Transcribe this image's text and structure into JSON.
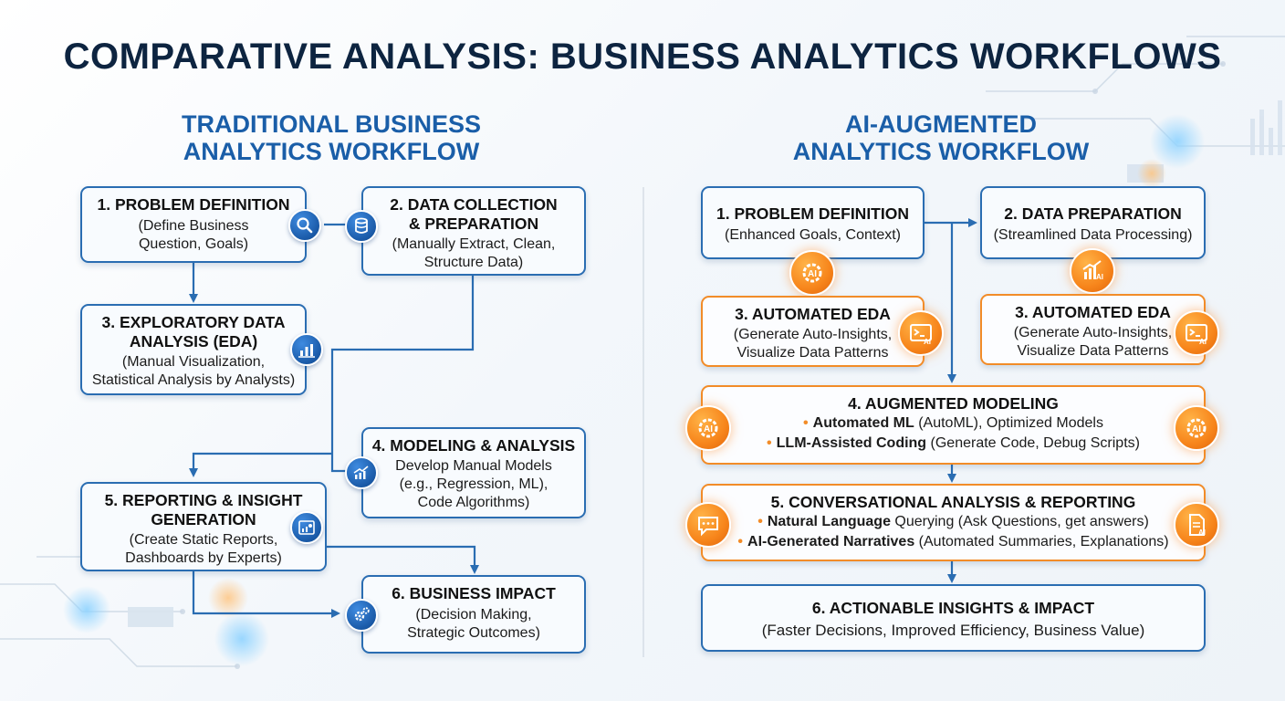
{
  "main_title": "COMPARATIVE ANALYSIS: BUSINESS ANALYTICS WORKFLOWS",
  "traditional": {
    "title_line1": "TRADITIONAL BUSINESS",
    "title_line2": "ANALYTICS WORKFLOW",
    "steps": [
      {
        "title_lines": [
          "1. PROBLEM DEFINITION"
        ],
        "desc_lines": [
          "(Define Business",
          "Question, Goals)"
        ],
        "icon": "magnifier-icon"
      },
      {
        "title_lines": [
          "2. DATA COLLECTION",
          "& PREPARATION"
        ],
        "desc_lines": [
          "(Manually Extract, Clean,",
          "Structure Data)"
        ],
        "icon": "database-icon"
      },
      {
        "title_lines": [
          "3. EXPLORATORY DATA",
          "ANALYSIS (EDA)"
        ],
        "desc_lines": [
          "(Manual Visualization,",
          "Statistical Analysis by Analysts)"
        ],
        "icon": "bar-chart-icon"
      },
      {
        "title_lines": [
          "4. MODELING & ANALYSIS"
        ],
        "desc_lines": [
          "Develop Manual Models",
          "(e.g., Regression, ML),",
          "Code Algorithms)"
        ],
        "icon": "growth-chart-icon"
      },
      {
        "title_lines": [
          "5. REPORTING & INSIGHT",
          "GENERATION"
        ],
        "desc_lines": [
          "(Create Static Reports,",
          "Dashboards by Experts)"
        ],
        "icon": "report-icon"
      },
      {
        "title_lines": [
          "6. BUSINESS IMPACT"
        ],
        "desc_lines": [
          "(Decision Making,",
          "Strategic Outcomes)"
        ],
        "icon": "gears-icon"
      }
    ]
  },
  "ai": {
    "title_line1": "AI-AUGMENTED",
    "title_line2": "ANALYTICS WORKFLOW",
    "step1": {
      "title": "1. PROBLEM DEFINITION",
      "desc": "(Enhanced Goals, Context)",
      "icon": "ai-gear-icon"
    },
    "step2": {
      "title": "2. DATA PREPARATION",
      "desc": "(Streamlined Data Processing)",
      "icon": "ai-chart-icon"
    },
    "step3a": {
      "title": "3. AUTOMATED EDA",
      "desc_lines": [
        "(Generate Auto-Insights,",
        "Visualize Data Patterns"
      ],
      "icon": "ai-terminal-icon"
    },
    "step3b": {
      "title": "3. AUTOMATED EDA",
      "desc_lines": [
        "(Generate Auto-Insights,",
        "Visualize Data Patterns"
      ],
      "icon": "ai-terminal-icon"
    },
    "step4": {
      "title": "4. AUGMENTED MODELING",
      "bullets": [
        {
          "bold": "Automated ML",
          "rest": " (AutoML), Optimized Models"
        },
        {
          "bold": "LLM-Assisted Coding",
          "rest": " (Generate Code, Debug Scripts)"
        }
      ],
      "icon": "ai-gear-icon"
    },
    "step5": {
      "title": "5. CONVERSATIONAL ANALYSIS & REPORTING",
      "bullets": [
        {
          "bold": "Natural Language",
          "rest": " Querying (Ask Questions, get answers)"
        },
        {
          "bold": "AI-Generated Narratives",
          "rest": " (Automated Summaries, Explanations)"
        }
      ],
      "icon_left": "ai-chat-icon",
      "icon_right": "ai-document-icon"
    },
    "step6": {
      "title": "6. ACTIONABLE INSIGHTS & IMPACT",
      "desc": "(Faster Decisions, Improved Efficiency, Business Value)"
    }
  },
  "ai_badge_text": "AI",
  "colors": {
    "title": "#0d2440",
    "section_title": "#1a5ea8",
    "traditional_border": "#2a6db2",
    "ai_border": "#f28c28",
    "arrow_blue": "#2a6db2",
    "icon_orange": "#f7851b"
  }
}
